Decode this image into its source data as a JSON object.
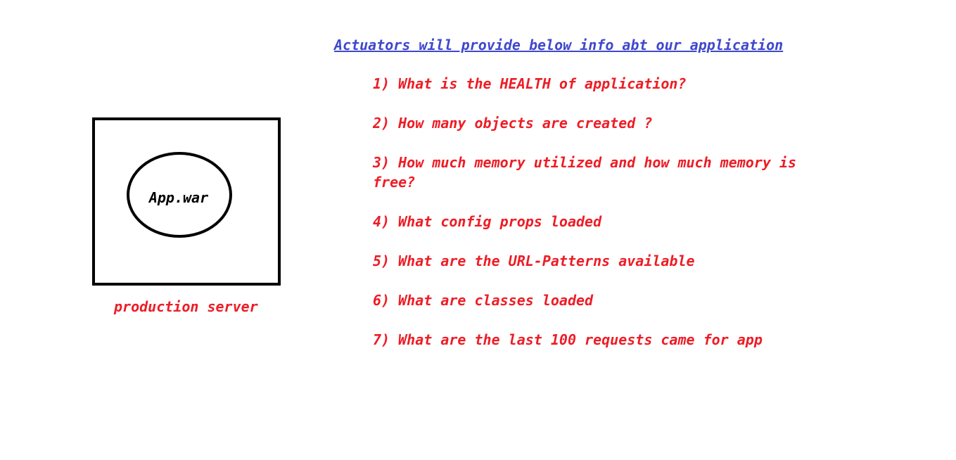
{
  "diagram": {
    "heading": "Actuators will provide below info abt our application",
    "server": {
      "app_label": "App.war",
      "caption": "production server"
    },
    "items": [
      "1) What is the HEALTH of application?",
      "2) How many objects are created ?",
      "3) How much memory utilized and how much memory is free?",
      "4) What config props loaded",
      "5) What are the URL-Patterns available",
      "6) What are classes loaded",
      "7) What are the last 100 requests came for app"
    ]
  },
  "colors": {
    "heading": "#3f48cc",
    "items": "#ee1c25",
    "outline": "#000000"
  }
}
